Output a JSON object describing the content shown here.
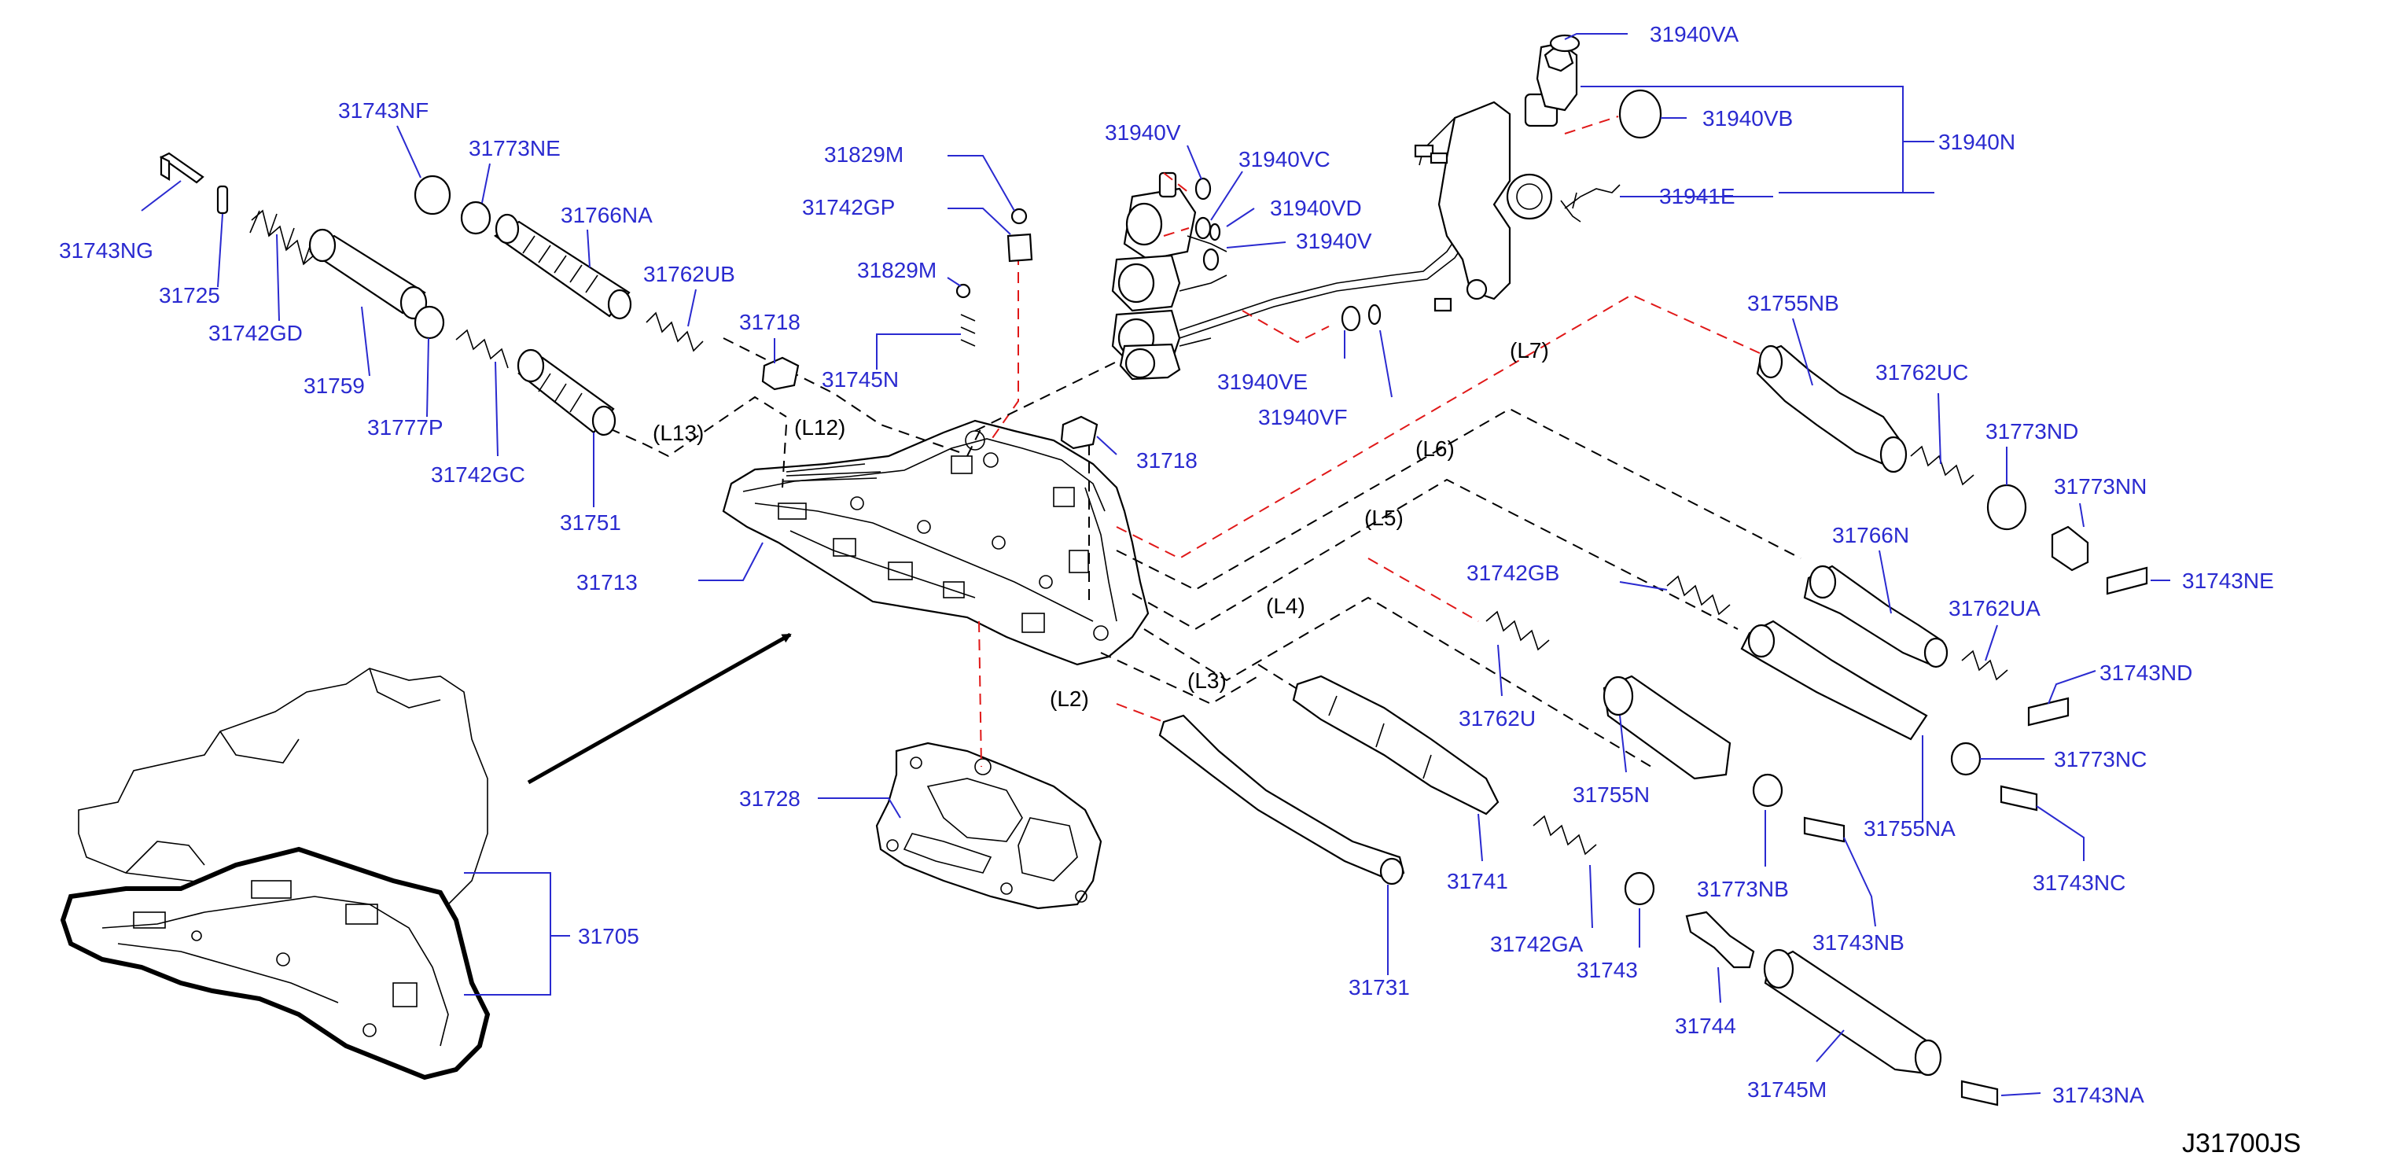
{
  "diagram_code": "J31700JS",
  "part_labels": [
    "31940VA",
    "31940VB",
    "31940N",
    "31941E",
    "31940V",
    "31940VC",
    "31940VD",
    "31940V",
    "31940VE",
    "31940VF",
    "31829M",
    "31742GP",
    "31829M",
    "31745N",
    "31743NF",
    "31773NE",
    "31766NA",
    "31762UB",
    "31718",
    "31743NG",
    "31725",
    "31742GD",
    "31759",
    "31777P",
    "31742GC",
    "31751",
    "31718",
    "31713",
    "31755NB",
    "31762UC",
    "31773ND",
    "31773NN",
    "31743NE",
    "31766N",
    "31762UA",
    "31743ND",
    "31742GB",
    "31762U",
    "31773NC",
    "31755N",
    "31755NA",
    "31743NC",
    "31728",
    "31741",
    "31773NB",
    "31743NB",
    "31742GA",
    "31743",
    "31731",
    "31744",
    "31745M",
    "31743NA",
    "31705"
  ],
  "line_labels": [
    "(L7)",
    "(L6)",
    "(L5)",
    "(L4)",
    "(L3)",
    "(L2)",
    "(L12)",
    "(L13)"
  ]
}
